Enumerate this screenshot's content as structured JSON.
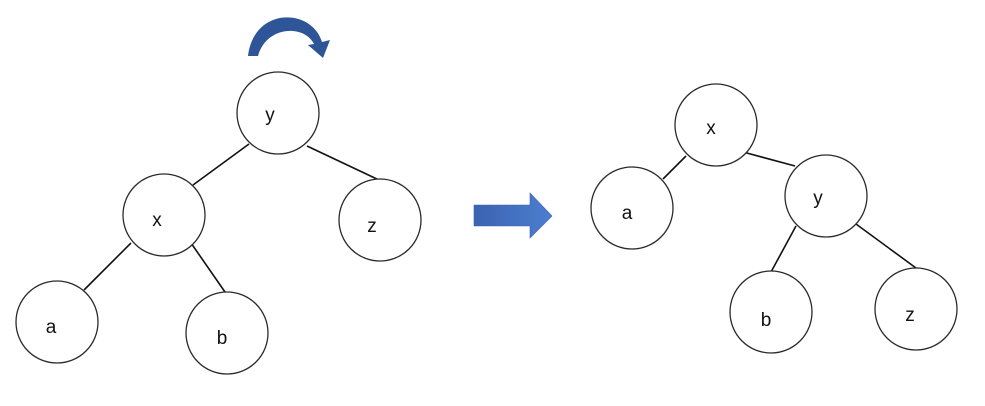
{
  "colors": {
    "arrow_fill": "#4472C4",
    "arrow_dark": "#2E5597",
    "node_stroke": "#2b2b2b",
    "edge": "#111111"
  },
  "icons": {
    "rotation": "curved-rotation-arrow-icon",
    "transform": "right-arrow-icon"
  },
  "before_tree": {
    "nodes": {
      "y": "y",
      "x": "x",
      "z": "z",
      "a": "a",
      "b": "b"
    }
  },
  "after_tree": {
    "nodes": {
      "x": "x",
      "a": "a",
      "y": "y",
      "b": "b",
      "z": "z"
    }
  }
}
